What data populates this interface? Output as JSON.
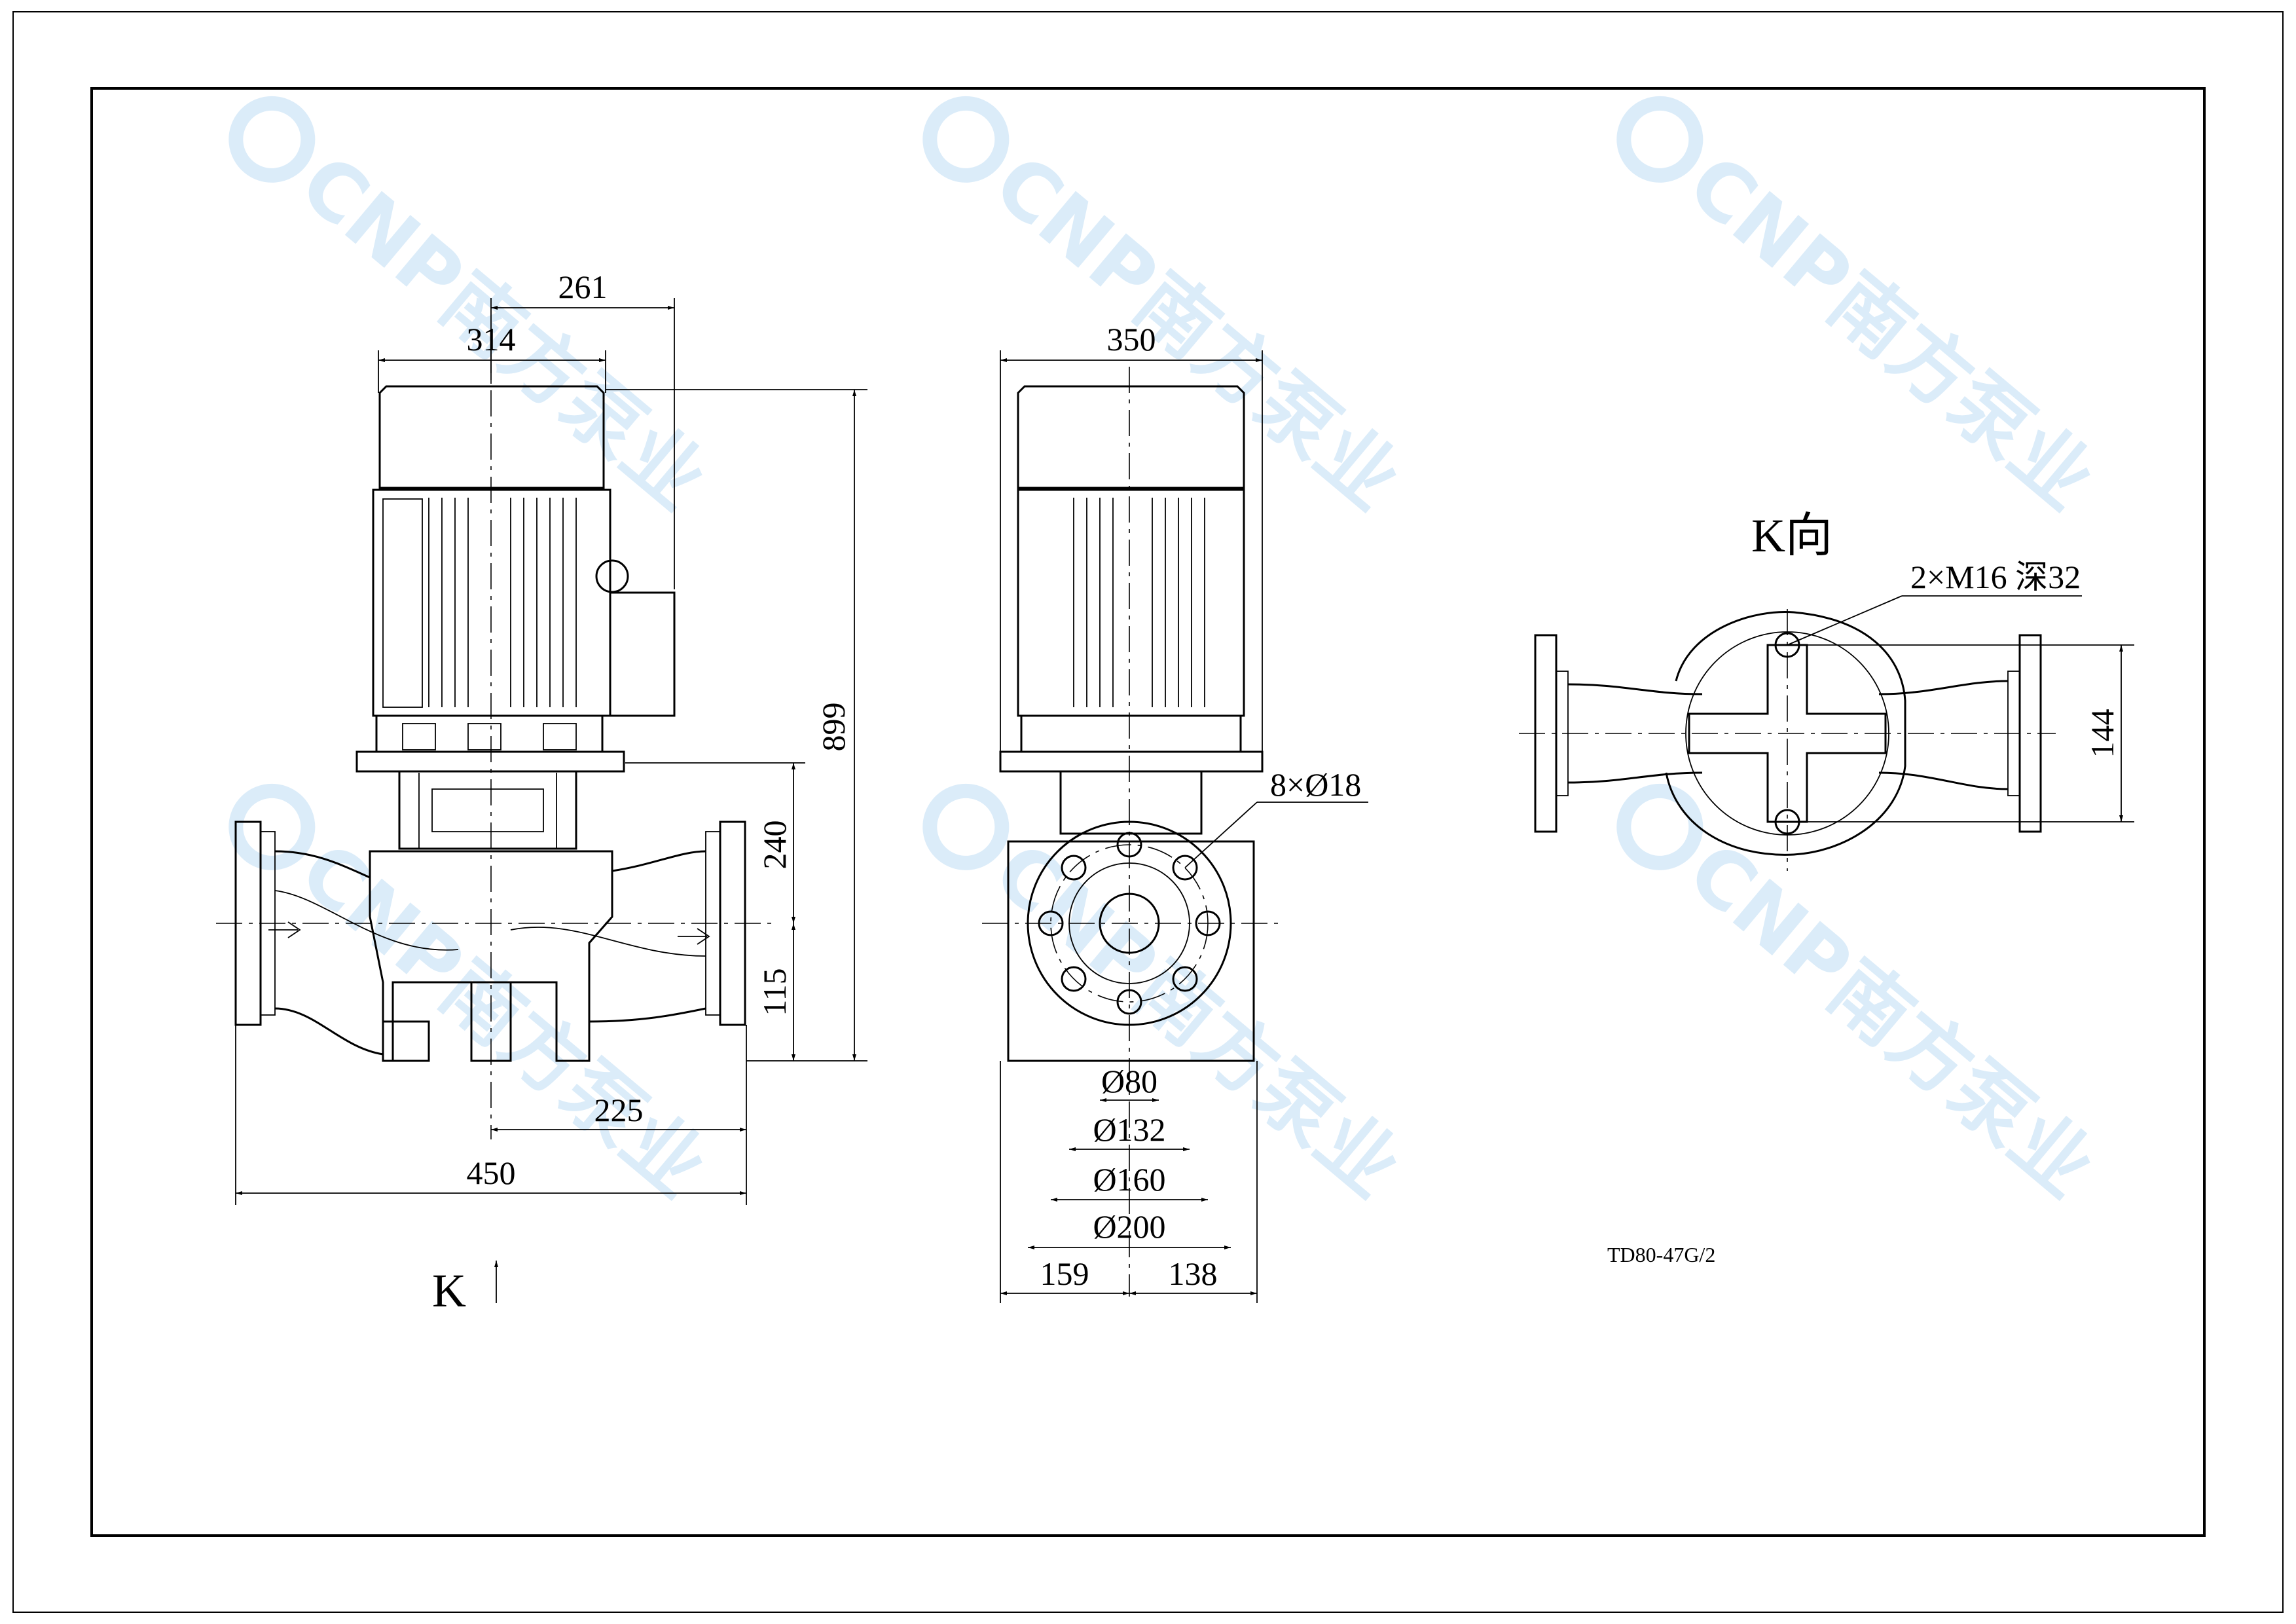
{
  "watermark": {
    "brand": "CNP",
    "cn": "南方泵业"
  },
  "front_view": {
    "dims": {
      "d261": "261",
      "d314": "314",
      "d899": "899",
      "d240": "240",
      "d115": "115",
      "d225": "225",
      "d450": "450"
    },
    "view_marker": "K"
  },
  "side_view": {
    "dims": {
      "d350": "350",
      "holes": "8×Ø18",
      "d80": "Ø80",
      "d132": "Ø132",
      "d160": "Ø160",
      "d200": "Ø200",
      "d159": "159",
      "d138": "138"
    }
  },
  "k_view": {
    "title": "K向",
    "note": "2×M16 深32",
    "d144": "144"
  },
  "model": "TD80-47G/2"
}
